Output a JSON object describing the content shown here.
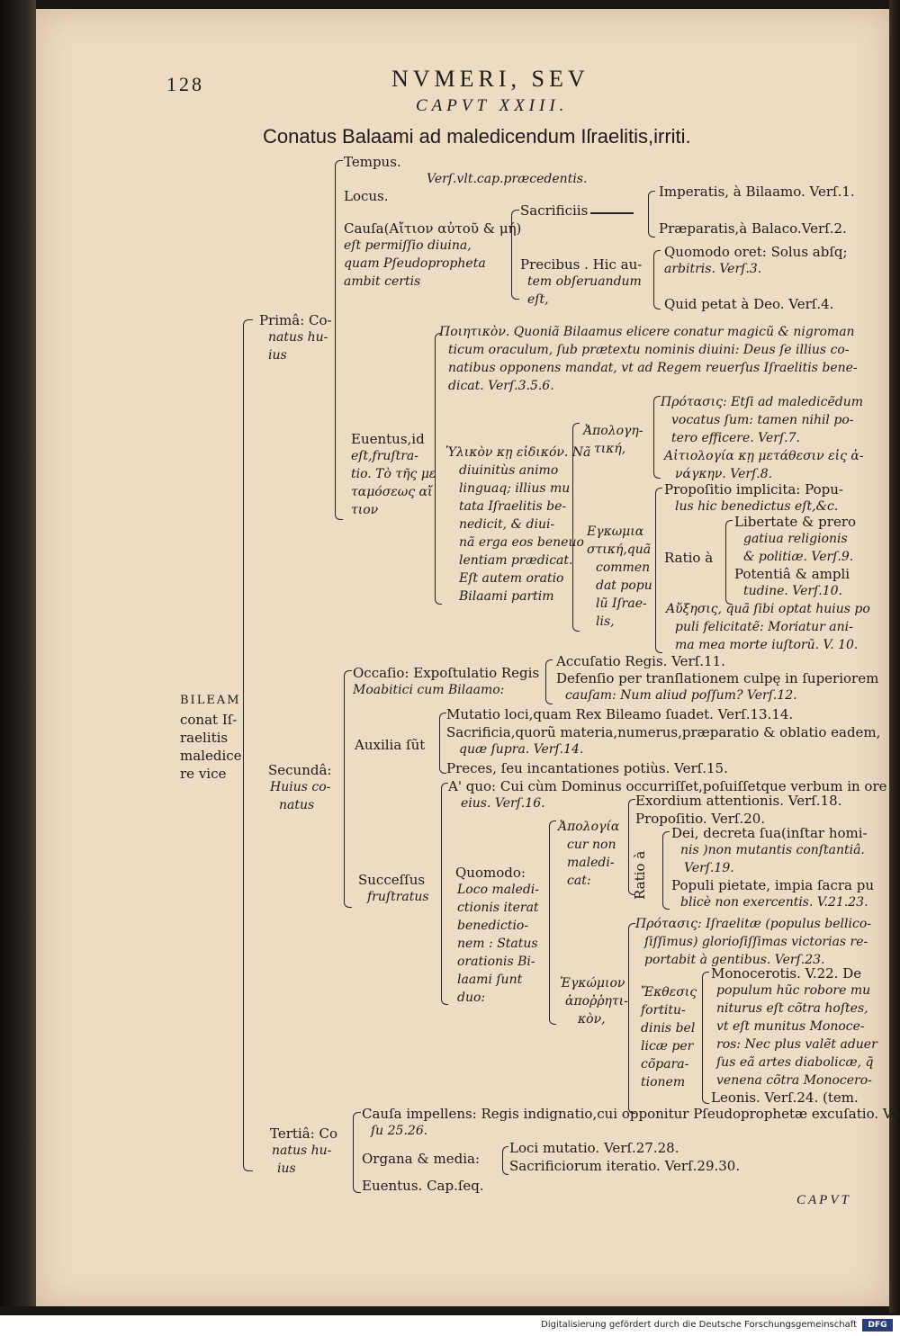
{
  "page": {
    "number": "128",
    "running_head": "NVMERI, SEV",
    "chapter": "CAPVT XXIII.",
    "title": "Conatus Balaami ad maledicendum Iſraelitis,irriti.",
    "catchword": "CAPVT"
  },
  "root": {
    "l1": "BILEAM",
    "l2": "conat Iſ-",
    "l3": "raelitis",
    "l4": "maledice",
    "l5": "re vice"
  },
  "prima": {
    "label": [
      "Primâ: Co-",
      "natus hu-",
      "ius"
    ],
    "tempus": "Tempus.",
    "locus": "Locus.",
    "tempus_locus_ref": "Verſ.vlt.cap.præcedentis.",
    "causa": [
      "Cauſa(Αἴτιον αὐτοῦ & μή)",
      "eſt permiſſio diuina,",
      "quam Pſeudopropheta",
      "ambit certis"
    ],
    "sacrificiis": "Sacrificiis",
    "imperatis": "Imperatis, à Bilaamo. Verſ.1.",
    "praeparatis": "Præparatis,à Balaco.Verſ.2.",
    "precibus": [
      "Precibus . Hic au-",
      "tem obſeruandum",
      "eſt,"
    ],
    "quomodo": [
      "Quomodo oret: Solus abſq;",
      "arbitris. Verſ.3."
    ],
    "quid": "Quid petat à Deo. Verſ.4.",
    "poietikon": [
      "Ποιητικὸν. Quoniã Bilaamus elicere conatur magicũ & nigroman",
      "ticum oraculum, ſub prætextu nominis diuini: Deus ſe illius co-",
      "natibus opponens mandat, vt ad Regem reuerſus Iſraelitis bene-",
      "dicat. Verſ.3.5.6."
    ],
    "euentus": [
      "Euentus,id",
      "eſt,fruſtra-",
      "tio. Τὸ τῆς με",
      "ταμόσεως αἴ",
      "τιον"
    ],
    "hylikon": [
      "Ὑλικὸν κῃ εἰδικόν. Nã",
      "diuinitùs animo",
      "linguaq; illius mu",
      "tata Iſraelitis be-",
      "nedicit, & diui-",
      "nã erga eos beneuo",
      "lentiam prædicat.",
      "Eſt autem oratio",
      "Bilaami partim"
    ],
    "apologetike": [
      "Ἀπολογη-",
      "τική,"
    ],
    "protasis": [
      "Πρότασις: Etſi ad maledicẽdum",
      "vocatus ſum: tamen nihil po-",
      "tero efficere. Verſ.7."
    ],
    "apologia": [
      "Αἰτιολογία κῃ μετάθεσιν εἰς ἀ-",
      "νάγκην. Verſ.8."
    ],
    "enkomiastike": [
      "Εγκωμια",
      "στική,quã",
      "commen",
      "dat popu",
      "lũ Iſrae-",
      "lis,"
    ],
    "propositio": [
      "Propoſitio implicita: Popu-",
      "lus hic benedictus eſt,&c."
    ],
    "ratio": "Ratio à",
    "libertate": [
      "Libertate & prero",
      "gatiua religionis",
      "& politiæ. Verſ.9."
    ],
    "potentia": [
      "Potentiâ & ampli",
      "tudine. Verſ.10."
    ],
    "auxesis": [
      "Αὔξησις, quã ſibi optat huius po",
      "puli felicitatẽ: Moriatur ani-",
      "ma mea morte iuſtorũ. V. 10."
    ]
  },
  "secunda": {
    "label": [
      "Secundâ:",
      "Huius co-",
      "natus"
    ],
    "occasio": [
      "Occaſio: Expoſtulatio Regis",
      "Moabitici cum Bilaamo:"
    ],
    "accusatio": "Accuſatio Regis. Verſ.11.",
    "defensio": [
      "Defenſio per tranſlationem culpę in ſuperiorem",
      "cauſam: Num aliud poſſum? Verſ.12."
    ],
    "auxilia": "Auxilia ſũt",
    "mutatio": "Mutatio loci,quam Rex Bileamo ſuadet. Verſ.13.14.",
    "sacrificia": [
      "Sacrificia,quorũ materia,numerus,præparatio & oblatio eadem,",
      "quæ ſupra. Verſ.14."
    ],
    "preces": "Preces, ſeu incantationes potiùs. Verſ.15.",
    "a_quo": [
      "A' quo: Cui cùm Dominus occurriſſet,poſuiſſetque verbum in ore",
      "eius. Verſ.16."
    ],
    "successus": [
      "Succeſſus",
      "fruſtratus"
    ],
    "quomodo": [
      "Quomodo:",
      "Loco maledi-",
      "ctionis iterat",
      "benedictio-",
      "nem : Status",
      "orationis Bi-",
      "laami ſunt",
      "duo:"
    ],
    "apologia_cur": [
      "Ἀπολογία",
      "cur non",
      "maledi-",
      "cat:"
    ],
    "exordium": "Exordium attentionis. Verſ.18.",
    "propositio": "Propoſitio. Verſ.20.",
    "ratio_a": "Ratio à",
    "dei": [
      "Dei, decreta ſua(inſtar homi-",
      "nis )non mutantis conſtantiâ.",
      "Verſ.19."
    ],
    "populi": [
      "Populi pietate, impia ſacra pu",
      "blicè non exercentis. V.21.23."
    ],
    "protasis2": [
      "Πρότασις: Iſraelitæ (populus bellico-",
      "ſiſſimus) glorioſiſſimas victorias re-",
      "portabit à gentibus. Verſ.23."
    ],
    "enkomion": [
      "Ἐγκώμιον",
      "ἀποῤῥητι-",
      "κὸν,"
    ],
    "ekthesis": [
      "Ἔκθεσις",
      "fortitu-",
      "dinis bel",
      "licæ per",
      "cõpara-",
      "tionem"
    ],
    "monocerotis": [
      "Monocerotis. V.22. De",
      "populum hũc robore mu",
      "niturus eſt cõtra hoſtes,",
      "vt eſt munitus Monoce-",
      "ros: Nec plus valẽt aduer",
      "ſus eã artes diabolicæ, q̃",
      "venena cõtra Monocero-"
    ],
    "leonis": "Leonis. Verſ.24. (tem."
  },
  "tertia": {
    "label": [
      "Tertiâ: Co",
      "natus hu-",
      "ius"
    ],
    "causa_imp": [
      "Cauſa impellens: Regis indignatio,cui opponitur Pſeudoprophetæ excuſatio. Ver",
      "ſu 25.26."
    ],
    "organa": "Organa & media:",
    "loci": "Loci mutatio. Verſ.27.28.",
    "sacrificiorum": "Sacrificiorum iteratio. Verſ.29.30.",
    "euentus": "Euentus. Cap.ſeq."
  },
  "footer": {
    "text": "Digitalisierung gefördert durch die Deutsche Forschungsgemeinschaft",
    "logo": "DFG"
  }
}
